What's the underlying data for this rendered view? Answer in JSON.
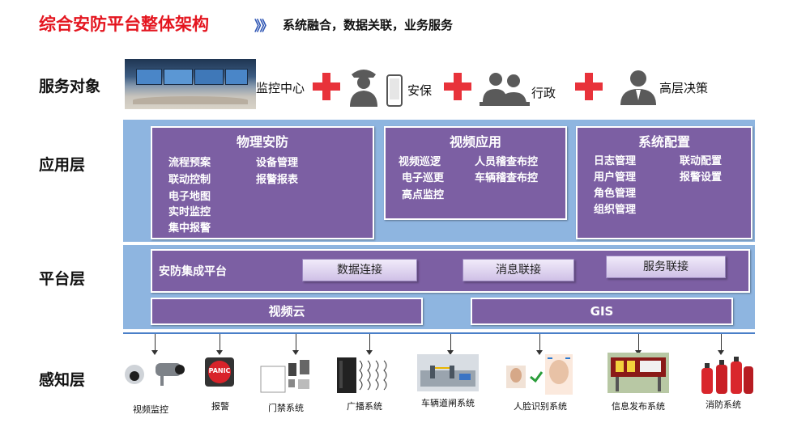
{
  "header": {
    "title": "综合安防平台整体架构",
    "arrows": "》》",
    "subtitle": "系统融合，数据关联，业务服务"
  },
  "rows": {
    "service": "服务对象",
    "application": "应用层",
    "platform": "平台层",
    "perception": "感知层"
  },
  "service_objects": [
    {
      "label": "监控中心",
      "icon": "monitoring-center-photo"
    },
    {
      "label": "安保",
      "icon": "security-guard-icon"
    },
    {
      "label": "行政",
      "icon": "admin-staff-icon"
    },
    {
      "label": "高层决策",
      "icon": "executive-icon"
    }
  ],
  "application": {
    "physical_security": {
      "title": "物理安防",
      "col1": [
        "流程预案",
        "联动控制",
        "电子地图",
        "实时监控",
        "集中报警"
      ],
      "col2": [
        "设备管理",
        "报警报表"
      ]
    },
    "video_app": {
      "title": "视频应用",
      "col1": [
        "视频巡逻",
        "电子巡更",
        "高点监控"
      ],
      "col2": [
        "人员稽查布控",
        "车辆稽查布控"
      ]
    },
    "system_config": {
      "title": "系统配置",
      "col1": [
        "日志管理",
        "用户管理",
        "角色管理",
        "组织管理"
      ],
      "col2": [
        "联动配置",
        "报警设置"
      ]
    }
  },
  "platform": {
    "integration": "安防集成平台",
    "buttons": [
      "数据连接",
      "消息联接",
      "服务联接"
    ],
    "video_cloud": "视频云",
    "gis": "GIS"
  },
  "perception_devices": [
    {
      "label": "视频监控",
      "icon": "camera-icon"
    },
    {
      "label": "报警",
      "icon": "panic-button-icon",
      "badge": "PANIC"
    },
    {
      "label": "门禁系统",
      "icon": "access-control-icon"
    },
    {
      "label": "广播系统",
      "icon": "broadcast-icon"
    },
    {
      "label": "车辆道闸系统",
      "icon": "vehicle-gate-icon"
    },
    {
      "label": "人脸识别系统",
      "icon": "face-recognition-icon"
    },
    {
      "label": "信息发布系统",
      "icon": "info-display-icon"
    },
    {
      "label": "消防系统",
      "icon": "fire-extinguisher-icon"
    }
  ],
  "colors": {
    "title": "#e4151f",
    "panel": "#8eb5e0",
    "box": "#7c5fa3",
    "plus": "#e8323a"
  }
}
